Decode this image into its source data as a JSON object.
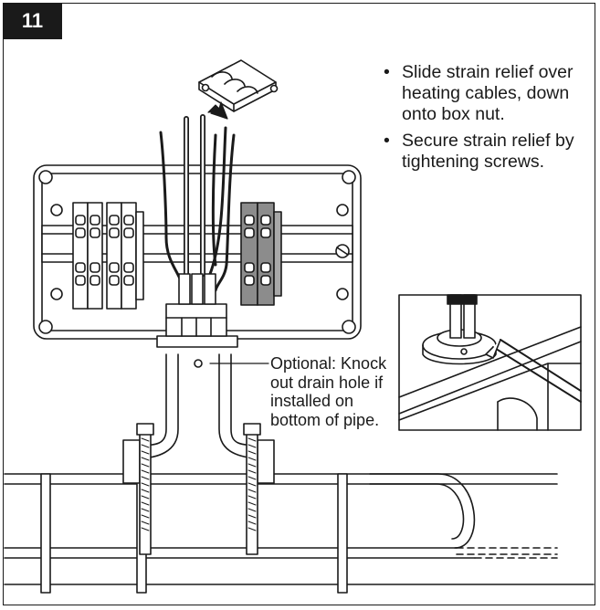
{
  "step": {
    "number": "11"
  },
  "instructions": [
    {
      "bullet": "•",
      "text": "Slide strain relief over heating cables, down onto box nut."
    },
    {
      "bullet": "•",
      "text": "Secure strain relief by tightening screws."
    }
  ],
  "callout": {
    "text": "Optional: Knock out drain hole if installed on bottom of pipe."
  },
  "colors": {
    "line": "#1a1a1a",
    "terminal_light": "#ffffff",
    "terminal_dark": "#8c8c8c",
    "badge": "#1a1a1a"
  }
}
